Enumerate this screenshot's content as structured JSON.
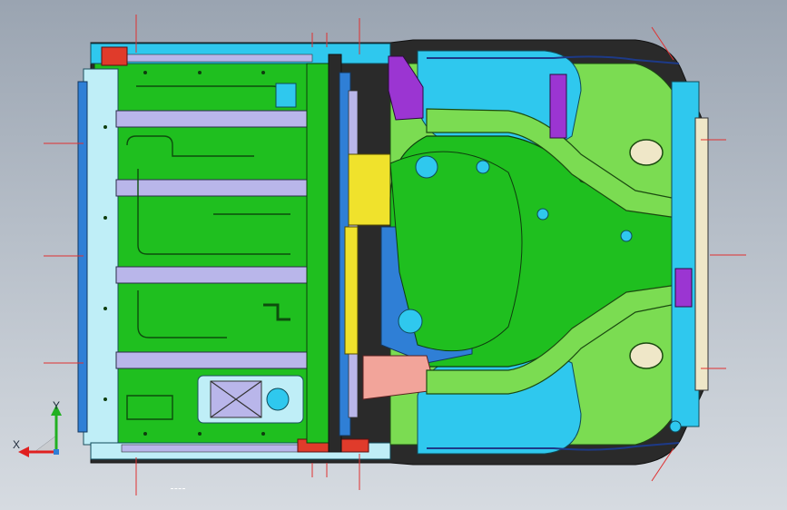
{
  "viewport": {
    "background_top": "#9aa4b1",
    "background_bottom": "#d6dbe1"
  },
  "model": {
    "subject": "vehicle-underbody-floor-assembly",
    "colors": {
      "green": "#1fbf1f",
      "light_green": "#7bdc52",
      "blue": "#2f7fd6",
      "cyan": "#2fc8ee",
      "light_cyan": "#bfeef7",
      "lavender": "#b9b6ea",
      "yellow": "#f0e22c",
      "purple": "#9b35d2",
      "salmon": "#f2a49a",
      "red": "#e03b2b",
      "beige": "#efe7c8",
      "crosshair": "#e03030"
    }
  },
  "triad": {
    "x_label": "X",
    "y_label": "Y",
    "x_color": "#e02020",
    "y_color": "#22b022"
  }
}
